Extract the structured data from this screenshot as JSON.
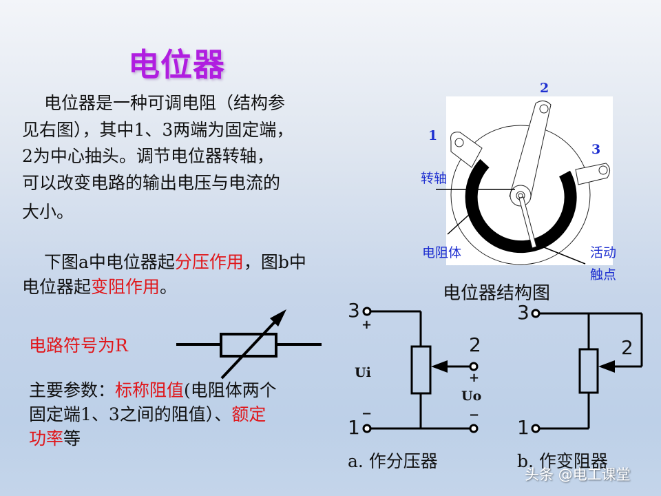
{
  "slide": {
    "title": "电位器",
    "intro_paragraph": {
      "line1": "电位器是一种可调电阻（结构参",
      "line2": "见右图），其中1、3两端为固定端，",
      "line3": "2为中心抽头。调节电位器转轴，",
      "line4": "可以改变电路的输出电压与电流的",
      "line5": "大小。"
    },
    "roles_paragraph": {
      "part1": "下图a中电位器起",
      "highlight1": "分压作用",
      "part2": "，图b中",
      "part3": "电位器起",
      "highlight2": "变阻作用",
      "part4": "。"
    },
    "symbol_label": "电路符号为R",
    "params_paragraph": {
      "prefix": "主要参数：",
      "highlight1": "标称阻值",
      "middle1": "(电阻体两个",
      "middle2": "固定端1、3之间的阻值）、",
      "highlight2a": "额定",
      "highlight2b": "功率",
      "suffix": "等"
    },
    "colors": {
      "title": "#b01ee0",
      "highlight": "#e0161a",
      "diagram_label": "#1e2fd0",
      "text": "#111111"
    }
  },
  "structure_diagram": {
    "caption": "电位器结构图",
    "terminal_labels": [
      "1",
      "2",
      "3"
    ],
    "part_labels": {
      "shaft": "转轴",
      "resistor_body": "电阻体",
      "wiper_line1": "活动",
      "wiper_line2": "触点"
    }
  },
  "circuit_a": {
    "terminal_3": "3",
    "terminal_2": "2",
    "terminal_1": "1",
    "input_plus": "+",
    "input_minus": "−",
    "input_label": "Ui",
    "output_plus": "+",
    "output_minus": "−",
    "output_label": "Uo",
    "caption": "a. 作分压器"
  },
  "circuit_b": {
    "terminal_3": "3",
    "terminal_2": "2",
    "terminal_1": "1",
    "caption": "b. 作变阻器"
  },
  "watermark": "头条 @电工课堂"
}
